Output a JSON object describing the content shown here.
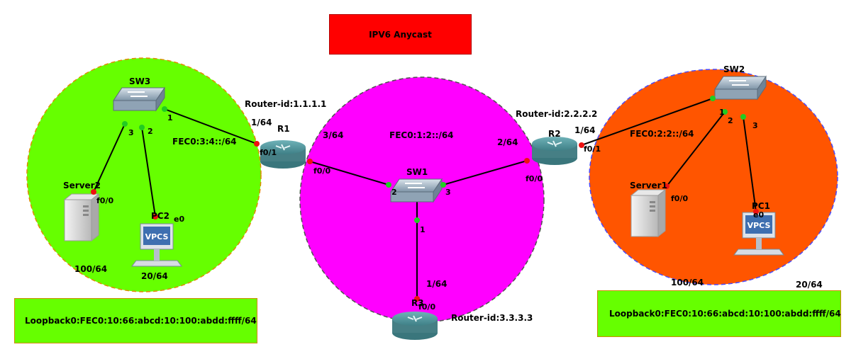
{
  "title": "IPV6 Anycast",
  "notes": {
    "left": "Loopback0:FEC0:10:66:abcd:10:100:abdd:ffff/64",
    "right": "Loopback0:FEC0:10:66:abcd:10:100:abdd:ffff/64"
  },
  "colors": {
    "left_zone": "#66ff00",
    "center_zone": "#ff00ff",
    "right_zone": "#ff5500",
    "up_port": "#22cc22",
    "down_port": "#ee1111",
    "device": "#4a8f95"
  },
  "devices": {
    "sw3": "SW3",
    "sw1": "SW1",
    "sw2": "SW2",
    "r1": "R1",
    "r2": "R2",
    "r3": "R3",
    "server2": "Server2",
    "server1": "Server1",
    "pc2": "PC2",
    "pc1": "PC1",
    "vpcs": "VPCS"
  },
  "labels": {
    "r1_id": "Router-id:1.1.1.1",
    "r2_id": "Router-id:2.2.2.2",
    "r3_id": "Router-id:3.3.3.3",
    "left_net": "FEC0:3:4::/64",
    "center_net": "FEC0:1:2::/64",
    "right_net": "FEC0:2:2::/64",
    "r1_f01_addr": "1/64",
    "r1_f00_addr": "3/64",
    "r2_f00_addr": "2/64",
    "r2_f01_addr": "1/64",
    "r3_addr": "1/64",
    "server2_addr": "100/64",
    "pc2_addr": "20/64",
    "server1_addr": "100/64",
    "pc1_addr": "20/64"
  },
  "ports": {
    "sw3_p1": "1",
    "sw3_p3": "3",
    "sw3_p2": "2",
    "r1_f01": "f0/1",
    "r1_f00": "f0/0",
    "sw1_p2": "2",
    "sw1_p3": "3",
    "sw1_p1": "1",
    "r2_f00": "f0/0",
    "r2_f01": "f0/1",
    "sw2_p1": "1",
    "sw2_p2": "2",
    "sw2_p3": "3",
    "server2_f00": "f0/0",
    "pc2_e0": "e0",
    "server1_f00": "f0/0",
    "pc1_e0": "e0",
    "r3_f00": "f0/0"
  }
}
